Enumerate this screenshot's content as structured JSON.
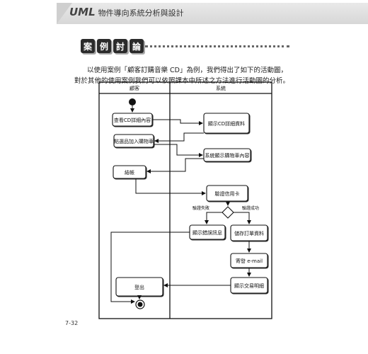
{
  "header": {
    "uml": "UML",
    "title": "物件導向系統分析與設計"
  },
  "section": {
    "badges": [
      "案",
      "例",
      "討",
      "論"
    ]
  },
  "paragraph": "以使用案例「顧客訂購音樂 CD」為例，我們得出了如下的活動圖，對於其他的使用案例我們可以依照課本中所述之方法進行活動圖的分析。",
  "diagram": {
    "lanes": {
      "left": "顧客",
      "right": "系統"
    },
    "nodes": {
      "view_cd": "查看CD詳細內容",
      "show_cd": "顯示CD詳細資料",
      "add_cart": "點選品加入購物車",
      "show_cart": "系統顯示購物車內容",
      "checkout": "結帳",
      "verify_card": "驗證信用卡",
      "show_error": "顯示錯誤訊息",
      "save_order": "儲存訂單資料",
      "send_email": "寄發 e-mail",
      "show_detail": "顯示交易明細",
      "logout": "登出"
    },
    "guards": {
      "fail": "驗證失敗",
      "success": "驗證成功"
    }
  },
  "footer": {
    "page_number": "7-32"
  }
}
